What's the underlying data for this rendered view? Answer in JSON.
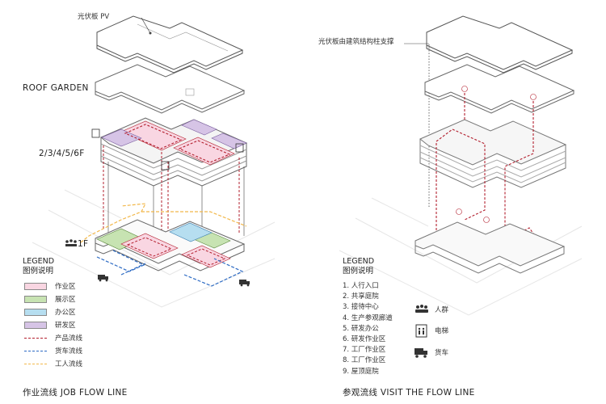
{
  "left": {
    "pv_label": "光伏板 PV",
    "roof_garden_label": "ROOF GARDEN",
    "floors_label": "2/3/4/5/6F",
    "ground_label": "1F",
    "legend_title": "LEGEND",
    "legend_subtitle": "图例说明",
    "legend": [
      {
        "label": "作业区",
        "kind": "fill",
        "color": "#f9d6e2"
      },
      {
        "label": "展示区",
        "kind": "fill",
        "color": "#c7e3b2"
      },
      {
        "label": "办公区",
        "kind": "fill",
        "color": "#b6def0"
      },
      {
        "label": "研发区",
        "kind": "fill",
        "color": "#d6c4e6"
      },
      {
        "label": "产品流线",
        "kind": "line",
        "color": "#b3202f"
      },
      {
        "label": "货车流线",
        "kind": "line",
        "color": "#2d6bc4"
      },
      {
        "label": "工人流线",
        "kind": "line",
        "color": "#f2b84b"
      }
    ],
    "caption": "作业流线 JOB FLOW LINE"
  },
  "right": {
    "pv_column_label": "光伏板由建筑结构柱支撑",
    "legend_title": "LEGEND",
    "legend_subtitle": "图例说明",
    "visit_list": [
      "1. 人行入口",
      "2. 共享庭院",
      "3. 接待中心",
      "4. 生产参观廊道",
      "5. 研发办公",
      "6. 研发作业区",
      "7. 工厂作业区",
      "8. 工厂作业区",
      "9. 屋顶庭院"
    ],
    "icons": [
      {
        "name": "crowd-icon",
        "label": "人群"
      },
      {
        "name": "elevator-icon",
        "label": "电梯"
      },
      {
        "name": "truck-icon",
        "label": "货车"
      }
    ],
    "caption": "参观流线 VISIT THE FLOW LINE"
  }
}
